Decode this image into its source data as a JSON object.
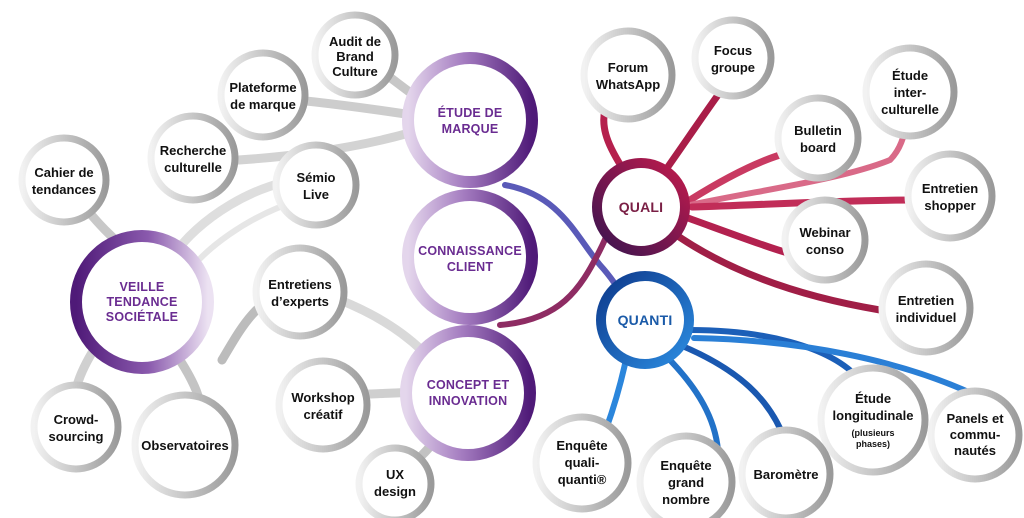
{
  "colors": {
    "purple": "#6a2c91",
    "crimson": "#b01a48",
    "blue": "#1e6fc4",
    "gray_ring": "#a8a8a8",
    "hub_text_purple": "#6a2c91",
    "hub_text_quali": "#7a1f45",
    "hub_text_quanti": "#1a5aa8"
  },
  "hubs": {
    "etude_de_marque": [
      "ÉTUDE DE",
      "MARQUE"
    ],
    "connaissance_client": [
      "CONNAISSANCE",
      "CLIENT"
    ],
    "concept_innovation": [
      "CONCEPT ET",
      "INNOVATION"
    ],
    "veille": [
      "VEILLE",
      "TENDANCE",
      "SOCIÉTALE"
    ],
    "quali": [
      "QUALI"
    ],
    "quanti": [
      "QUANTI"
    ]
  },
  "nodes": {
    "audit_brand_culture": [
      "Audit de",
      "Brand",
      "Culture"
    ],
    "plateforme_marque": [
      "Plateforme",
      "de marque"
    ],
    "recherche_culturelle": [
      "Recherche",
      "culturelle"
    ],
    "cahier_tendances": [
      "Cahier de",
      "tendances"
    ],
    "semio_live": [
      "Sémio",
      "Live"
    ],
    "entretiens_experts": [
      "Entretiens",
      "d’experts"
    ],
    "crowd_sourcing": [
      "Crowd-",
      "sourcing"
    ],
    "observatoires": [
      "Observatoires"
    ],
    "workshop_creatif": [
      "Workshop",
      "créatif"
    ],
    "ux_design": [
      "UX",
      "design"
    ],
    "forum_whatsapp": [
      "Forum",
      "WhatsApp"
    ],
    "focus_groupe": [
      "Focus",
      "groupe"
    ],
    "etude_interculturelle": [
      "Étude",
      "inter-",
      "culturelle"
    ],
    "bulletin_board": [
      "Bulletin",
      "board"
    ],
    "entretien_shopper": [
      "Entretien",
      "shopper"
    ],
    "webinar_conso": [
      "Webinar",
      "conso"
    ],
    "entretien_individuel": [
      "Entretien",
      "individuel"
    ],
    "etude_longitudinale": [
      "Étude",
      "longitudinale"
    ],
    "etude_longitudinale_note": [
      "(plusieurs",
      "phases)"
    ],
    "panels_communautes": [
      "Panels et",
      "commu-",
      "nautés"
    ],
    "enquete_quali_quanti": [
      "Enquête",
      "quali-",
      "quanti®"
    ],
    "enquete_grand_nombre": [
      "Enquête",
      "grand",
      "nombre"
    ],
    "barometre": [
      "Baromètre"
    ]
  }
}
